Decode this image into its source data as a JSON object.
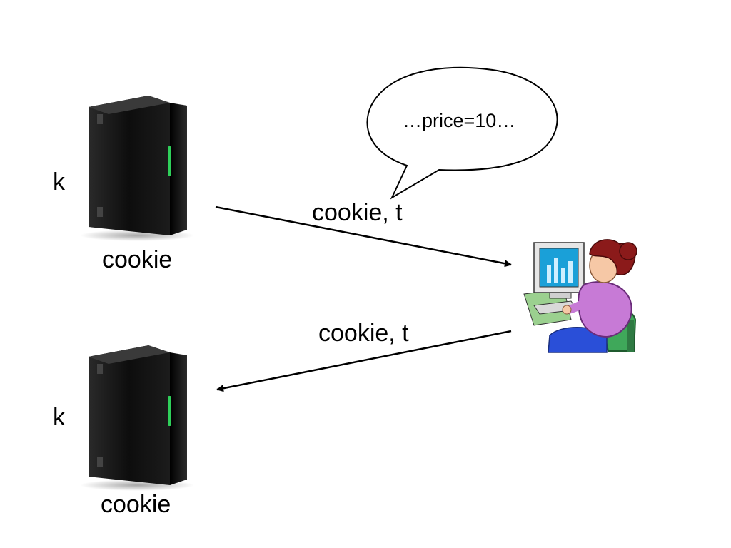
{
  "colors": {
    "server_body": "#111111",
    "server_led": "#2fd05a",
    "arrow": "#000000",
    "bubble_stroke": "#000000",
    "person_shirt": "#c77ad6",
    "person_hair": "#8b1a1a",
    "chair": "#3fa85a",
    "desk": "#9bd08f",
    "monitor_screen": "#1aa0d8"
  },
  "icons": {
    "server": "server-tower-icon",
    "user": "person-at-computer-icon"
  },
  "servers": [
    {
      "key_label": "k",
      "caption": "cookie"
    },
    {
      "key_label": "k",
      "caption": "cookie"
    }
  ],
  "arrows": [
    {
      "direction": "server-to-user",
      "label": "cookie, t"
    },
    {
      "direction": "user-to-server",
      "label": "cookie, t"
    }
  ],
  "speech_bubble": {
    "text": "…price=10…"
  }
}
